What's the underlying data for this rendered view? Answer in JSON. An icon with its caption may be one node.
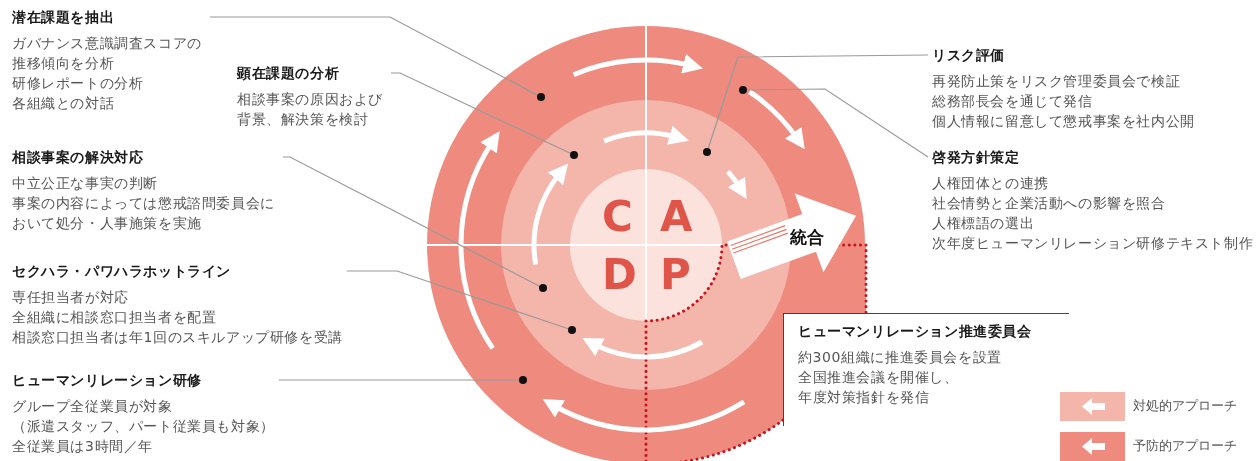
{
  "diagram": {
    "nodes": [
      {
        "text": [
          "潜在課題を抽出",
          "ガバナンス意識調査スコアの推移傾向を分析",
          "研修レポートの分析",
          "各組織との対話"
        ]
      },
      {
        "text": [
          "顕在課題の分析",
          "相談事案の原因および背景、解決策を検討"
        ]
      },
      {
        "text": [
          "相談事案の解決対応",
          "中立公正な事実の判断",
          "事案の内容によっては懲戒諮問委員会において処分・人事施策を実施"
        ]
      },
      {
        "text": [
          "セクハラ・パワハラホットライン",
          "専任担当者が対応",
          "全組織に相談窓口担当者を配置",
          "相談窓口担当者は年1回のスキルアップ研修を受講"
        ]
      },
      {
        "text": [
          "ヒューマンリレーション研修",
          "グループ全従業員が対象",
          "（派遣スタッフ、パート従業員も対象）",
          "全従業員は3時間／年"
        ]
      },
      {
        "text": [
          "リスク評価",
          "再発防止策をリスク管理委員会で検証",
          "総務部長会を通じて発信",
          "個人情報に留意して懲戒事案を社内公開"
        ]
      },
      {
        "text": [
          "啓発方針策定",
          "人権団体との連携",
          "社会情勢と企業活動への影響を照合",
          "人権標語の選出",
          "次年度ヒューマンリレーション研修テキスト制作"
        ]
      },
      {
        "text": [
          "統合"
        ]
      },
      {
        "text": [
          "ヒューマンリレーション推進委員会",
          "約300組織に推進委員会を設置",
          "全国推進会議を開催し、年度対策指針を発信"
        ]
      },
      {
        "text": [],
        "shape": "circle"
      },
      {
        "text": [],
        "shape": "circle"
      },
      {
        "text": [],
        "shape": "circle"
      },
      {
        "text": [],
        "shape": "circle"
      },
      {
        "text": [],
        "shape": "circle"
      },
      {
        "text": [],
        "shape": "circle"
      },
      {
        "text": [],
        "shape": "circle"
      }
    ],
    "edges": [
      {
        "from": 0,
        "to": 10,
        "arrow": "none"
      },
      {
        "from": 1,
        "to": 13,
        "arrow": "none"
      },
      {
        "from": 2,
        "to": 11,
        "arrow": "none"
      },
      {
        "from": 3,
        "to": 12,
        "arrow": "none"
      },
      {
        "from": 4,
        "to": 9,
        "arrow": "none"
      },
      {
        "from": 5,
        "to": 14,
        "arrow": "none"
      },
      {
        "from": 6,
        "to": 15,
        "arrow": "none"
      }
    ],
    "labels": [
      "C",
      "A",
      "D",
      "P"
    ],
    "legend": [
      {
        "text": "対処的アプローチ",
        "color": "#f4b5aa"
      },
      {
        "text": "予防的アプローチ",
        "color": "#ee8b7e"
      }
    ]
  }
}
